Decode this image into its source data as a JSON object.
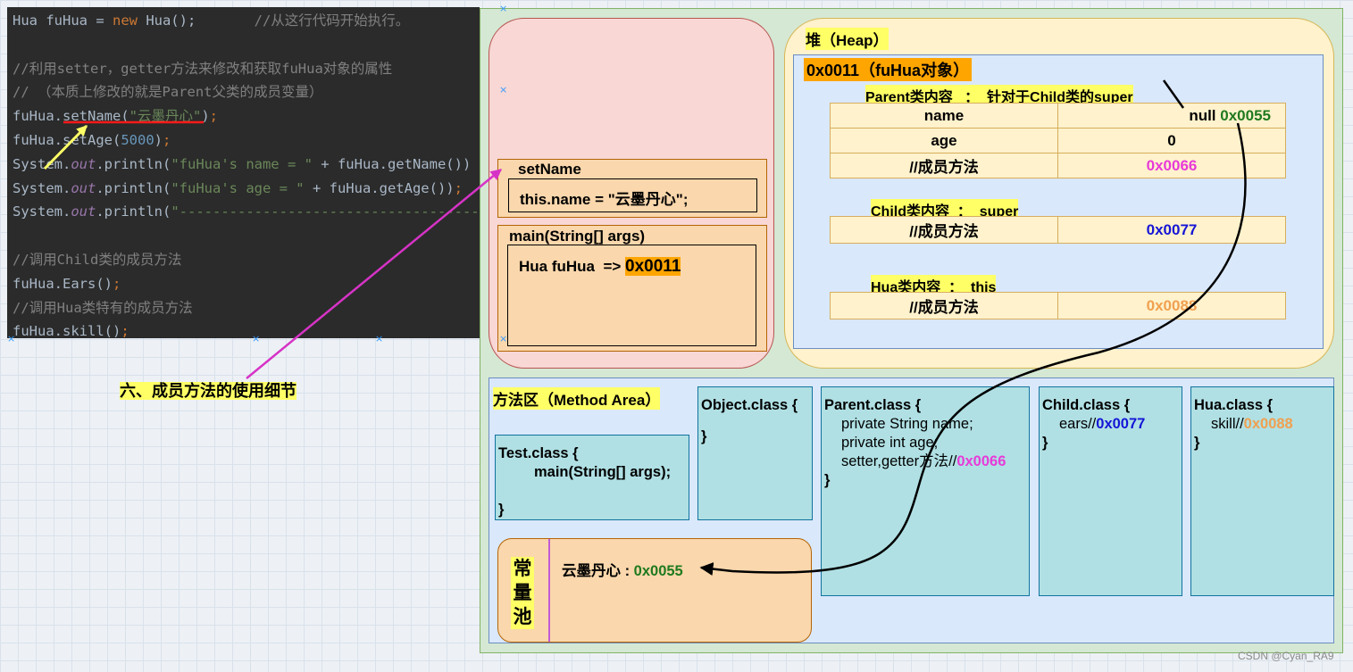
{
  "code_lines": [
    [
      {
        "t": "Hua fuHua = "
      },
      {
        "t": "new",
        "c": "kw"
      },
      {
        "t": " Hua();       "
      },
      {
        "t": "//从这行代码开始执行。",
        "c": "cm"
      }
    ],
    [],
    [
      {
        "t": "//利用setter，getter方法来修改和获取fuHua对象的属性",
        "c": "cm"
      }
    ],
    [
      {
        "t": "// （本质上修改的就是Parent父类的成员变量）",
        "c": "cm"
      }
    ],
    [
      {
        "t": "fuHua.setName("
      },
      {
        "t": "\"云墨丹心\"",
        "c": "str"
      },
      {
        "t": ")"
      },
      {
        "t": ";",
        "c": "kw"
      }
    ],
    [
      {
        "t": "fuHua.setAge("
      },
      {
        "t": "5000",
        "c": "num"
      },
      {
        "t": ")"
      },
      {
        "t": ";",
        "c": "kw"
      }
    ],
    [
      {
        "t": "System."
      },
      {
        "t": "out",
        "c": "it"
      },
      {
        "t": ".println("
      },
      {
        "t": "\"fuHua's name = \"",
        "c": "str"
      },
      {
        "t": " + fuHua.getName())"
      }
    ],
    [
      {
        "t": "System."
      },
      {
        "t": "out",
        "c": "it"
      },
      {
        "t": ".println("
      },
      {
        "t": "\"fuHua's age = \"",
        "c": "str"
      },
      {
        "t": " + fuHua.getAge())"
      },
      {
        "t": ";",
        "c": "kw"
      }
    ],
    [
      {
        "t": "System."
      },
      {
        "t": "out",
        "c": "it"
      },
      {
        "t": ".println("
      },
      {
        "t": "\"-------------------------------------",
        "c": "str"
      }
    ],
    [],
    [
      {
        "t": "//调用Child类的成员方法",
        "c": "cm"
      }
    ],
    [
      {
        "t": "fuHua.Ears()"
      },
      {
        "t": ";",
        "c": "kw"
      }
    ],
    [
      {
        "t": "//调用Hua类特有的成员方法",
        "c": "cm"
      }
    ],
    [
      {
        "t": "fuHua.skill()"
      },
      {
        "t": ";",
        "c": "kw"
      }
    ]
  ],
  "section_title": "六、成员方法的使用细节",
  "stack": {
    "setname_frame": {
      "title": "setName",
      "statement": "this.name = \"云墨丹心\";"
    },
    "main_frame": {
      "title": "main(String[] args)",
      "var": "Hua fuHua  => ",
      "addr": "0x0011"
    }
  },
  "heap": {
    "title": "堆（Heap）",
    "object_title": "0x0011（fuHua对象）",
    "parent_label": "Parent类内容   ：  针对于Child类的super",
    "parent_rows": [
      {
        "key": "name",
        "val": "null ",
        "addr": "0x0055"
      },
      {
        "key": "age",
        "val": "0"
      },
      {
        "key": "//成员方法",
        "addr": "0x0066"
      }
    ],
    "child_label": "Child类内容  ：  super",
    "child_rows": [
      {
        "key": "//成员方法",
        "addr": "0x0077"
      }
    ],
    "hua_label": "Hua类内容  ：  this",
    "hua_rows": [
      {
        "key": "//成员方法",
        "addr": "0x0088"
      }
    ]
  },
  "method_area": {
    "title": "方法区（Method Area）",
    "test_class": {
      "l1": "Test.class {",
      "l2": "main(String[] args);",
      "l3": "}"
    },
    "object_class": {
      "l1": "Object.class {",
      "l2": "}"
    },
    "parent_class": {
      "l1": "Parent.class {",
      "l2": "private String name;",
      "l3": "private int age;",
      "l4": "setter,getter方法//",
      "l4addr": "0x0066",
      "l5": "}"
    },
    "child_class": {
      "l1": "Child.class {",
      "l2": "ears//",
      "l2addr": "0x0077",
      "l3": "}"
    },
    "hua_class": {
      "l1": "Hua.class {",
      "l2": "skill//",
      "l2addr": "0x0088",
      "l3": "}"
    },
    "constant_pool": {
      "label": [
        "常",
        "量",
        "池"
      ],
      "entry": "云墨丹心 : ",
      "addr": "0x0055"
    }
  },
  "watermark": "CSDN @Cyan_RA9",
  "colors": {
    "code_bg": "#2b2b2b",
    "stack_bg": "#f8d7d5",
    "heap_bg": "#fff2cc",
    "heap_inner": "#dae8fc",
    "jvm_bg": "#d5e8d4",
    "class_bg": "#b0e0e4",
    "pool_bg": "#fad7ac",
    "highlight": "#ffff66",
    "addr_orange": "#ffa500"
  }
}
